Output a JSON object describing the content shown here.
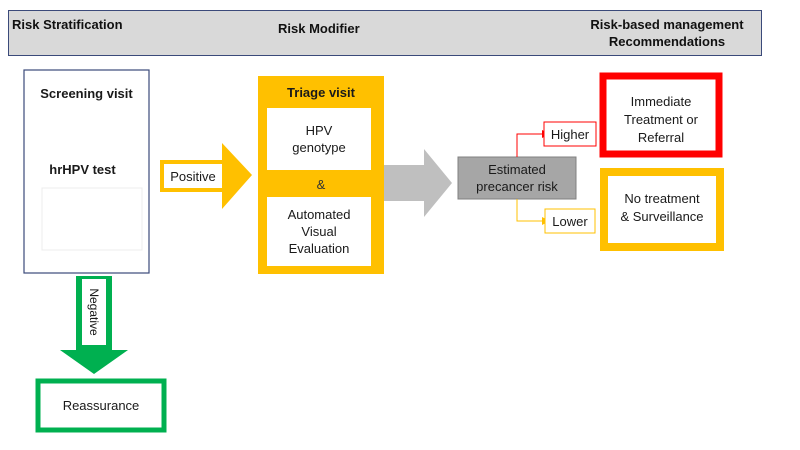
{
  "header": {
    "col1": "Risk Stratification",
    "col2": "Risk Modifier",
    "col3_line1": "Risk-based management",
    "col3_line2": "Recommendations"
  },
  "screening": {
    "title": "Screening visit",
    "test": "hrHPV test"
  },
  "arrows": {
    "positive": "Positive",
    "negative": "Negative",
    "higher": "Higher",
    "lower": "Lower"
  },
  "triage": {
    "title": "Triage visit",
    "box1": "HPV genotype",
    "ampersand": "&",
    "box2": "Automated Visual Evaluation"
  },
  "estimate": {
    "line1": "Estimated",
    "line2": "precancer risk"
  },
  "outcomes": {
    "immediate_line1": "Immediate",
    "immediate_line2": "Treatment or",
    "immediate_line3": "Referral",
    "notreat_line1": "No treatment",
    "notreat_line2": "& Surveillance",
    "reassurance": "Reassurance"
  },
  "colors": {
    "gold": "#ffc000",
    "green": "#00b050",
    "red": "#ff0000",
    "gray": "#bfbfbf",
    "estimate_gray": "#a6a6a6"
  }
}
